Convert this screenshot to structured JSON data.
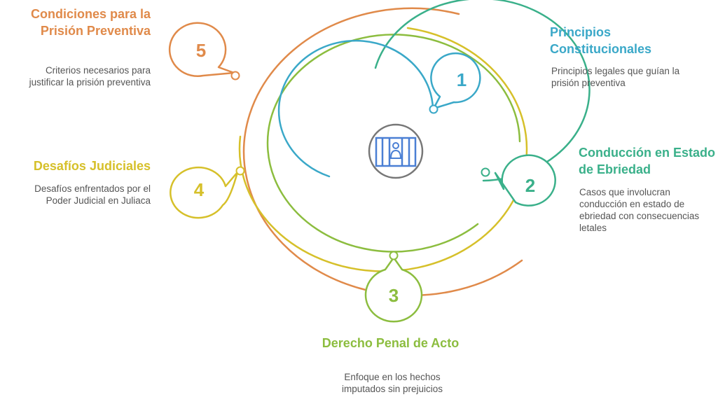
{
  "center_icon": "prison-bars-icon",
  "items": [
    {
      "number": "1",
      "title": "Principios Constitucionales",
      "description": "Principios legales que guían la prisión preventiva",
      "color": "#3aa8c8"
    },
    {
      "number": "2",
      "title": "Conducción en Estado de Ebriedad",
      "description": "Casos que involucran conducción en estado de ebriedad con consecuencias letales",
      "color": "#3ab08a"
    },
    {
      "number": "3",
      "title": "Derecho Penal de Acto",
      "description": "Enfoque en los hechos imputados sin prejuicios",
      "color": "#8cbd3f"
    },
    {
      "number": "4",
      "title": "Desafíos Judiciales",
      "description": "Desafíos enfrentados por el Poder Judicial en Juliaca",
      "color": "#d6c02a"
    },
    {
      "number": "5",
      "title": "Condiciones para la Prisión Preventiva",
      "description": "Criterios necesarios para justificar la prisión preventiva",
      "color": "#e08a4a"
    }
  ]
}
